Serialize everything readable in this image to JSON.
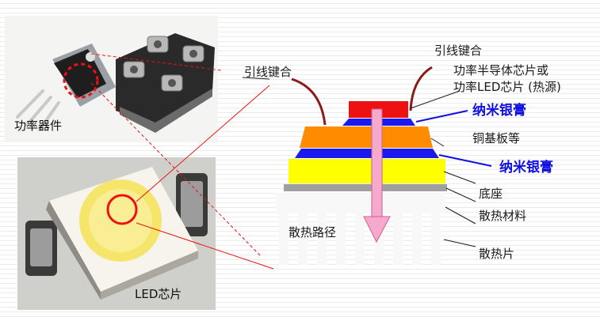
{
  "photos": {
    "power_device_label": "功率器件",
    "led_chip_label": "LED芯片"
  },
  "diagram": {
    "wire_bond_left": "引线键合",
    "wire_bond_right": "引线键合",
    "chip_line1": "功率半导体芯片或",
    "chip_line2": "功率LED芯片 (热源)",
    "nano_silver_top": "纳米银膏",
    "copper_substrate": "铜基板等",
    "nano_silver_bottom": "纳米银膏",
    "base": "底座",
    "heat_material": "散热材料",
    "heat_sink": "散热片",
    "heat_path": "散热路径"
  },
  "colors": {
    "chip": "#ee1111",
    "nano_silver": "#1a1aee",
    "copper_substrate": "#ff8c00",
    "solder_layer": "#ffff00",
    "base": "#a0a0a0",
    "heat_path_arrow": "#f5a9cc",
    "wire_bond": "#8b1a1a",
    "nano_label": "#1010e0"
  }
}
